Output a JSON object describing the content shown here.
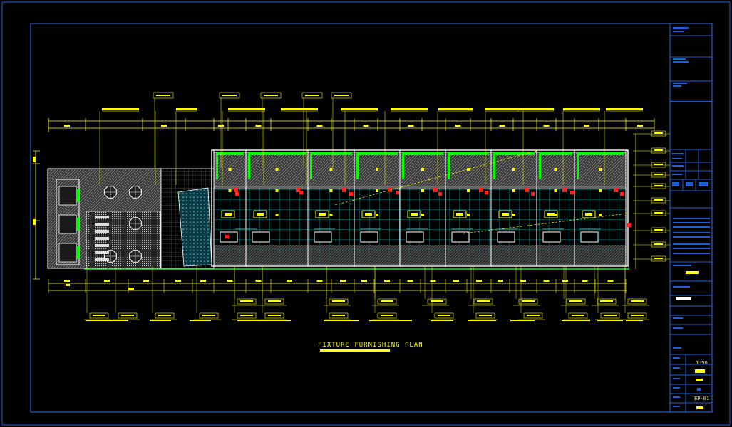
{
  "drawing": {
    "title": "FIXTURE FURNISHING PLAN",
    "colors": {
      "background": "#000000",
      "frame": "#1f5fd6",
      "dimension": "#ffff00",
      "wall": "#ffffff",
      "hatch": "#9a9a9a",
      "grid": "#00c8c8",
      "accent": "#00ff00",
      "marker": "#ff2020"
    }
  },
  "title_block": {
    "scale": "1:50",
    "sheet_no": "EP-01"
  }
}
